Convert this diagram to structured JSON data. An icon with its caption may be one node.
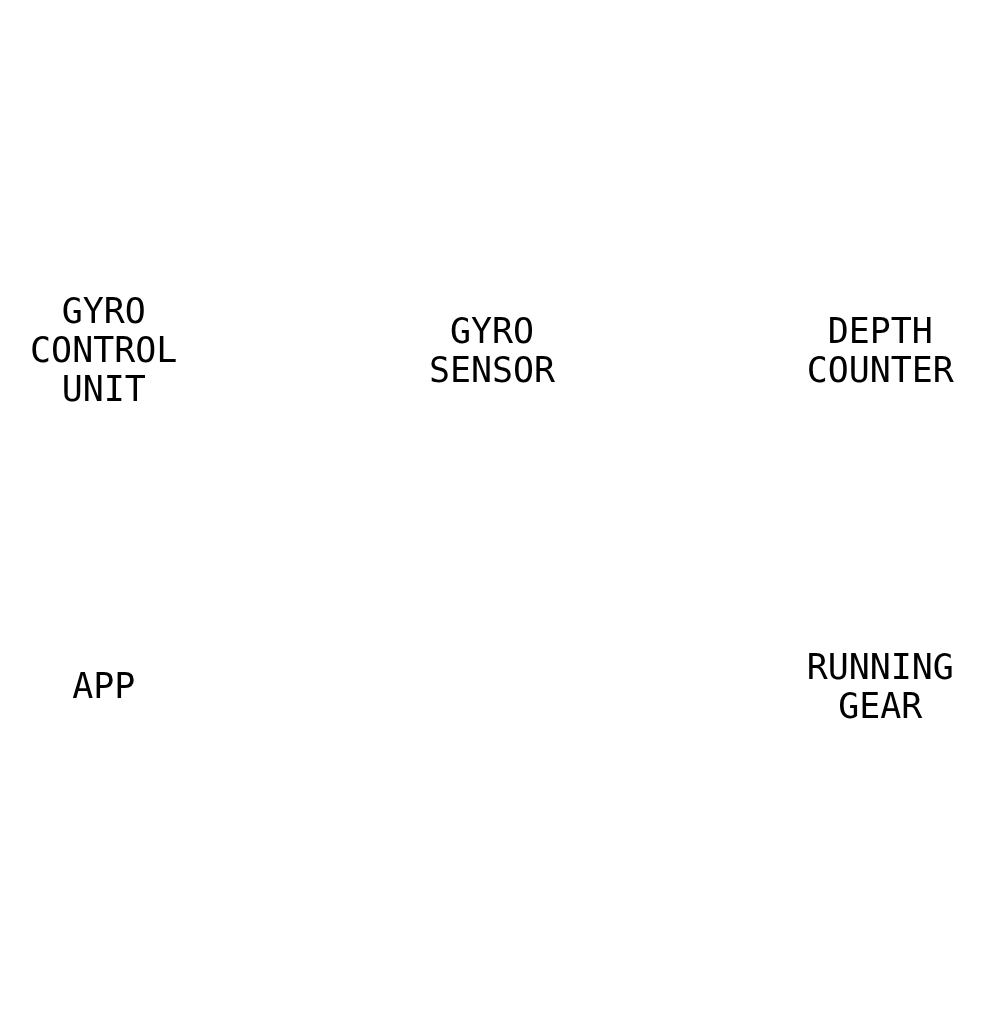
{
  "diagram": {
    "labels": [
      "GYRO CONTROL UNIT",
      "GYRO SENSOR",
      "DEPTH COUNTER",
      "APP",
      "RUNNING GEAR"
    ]
  }
}
